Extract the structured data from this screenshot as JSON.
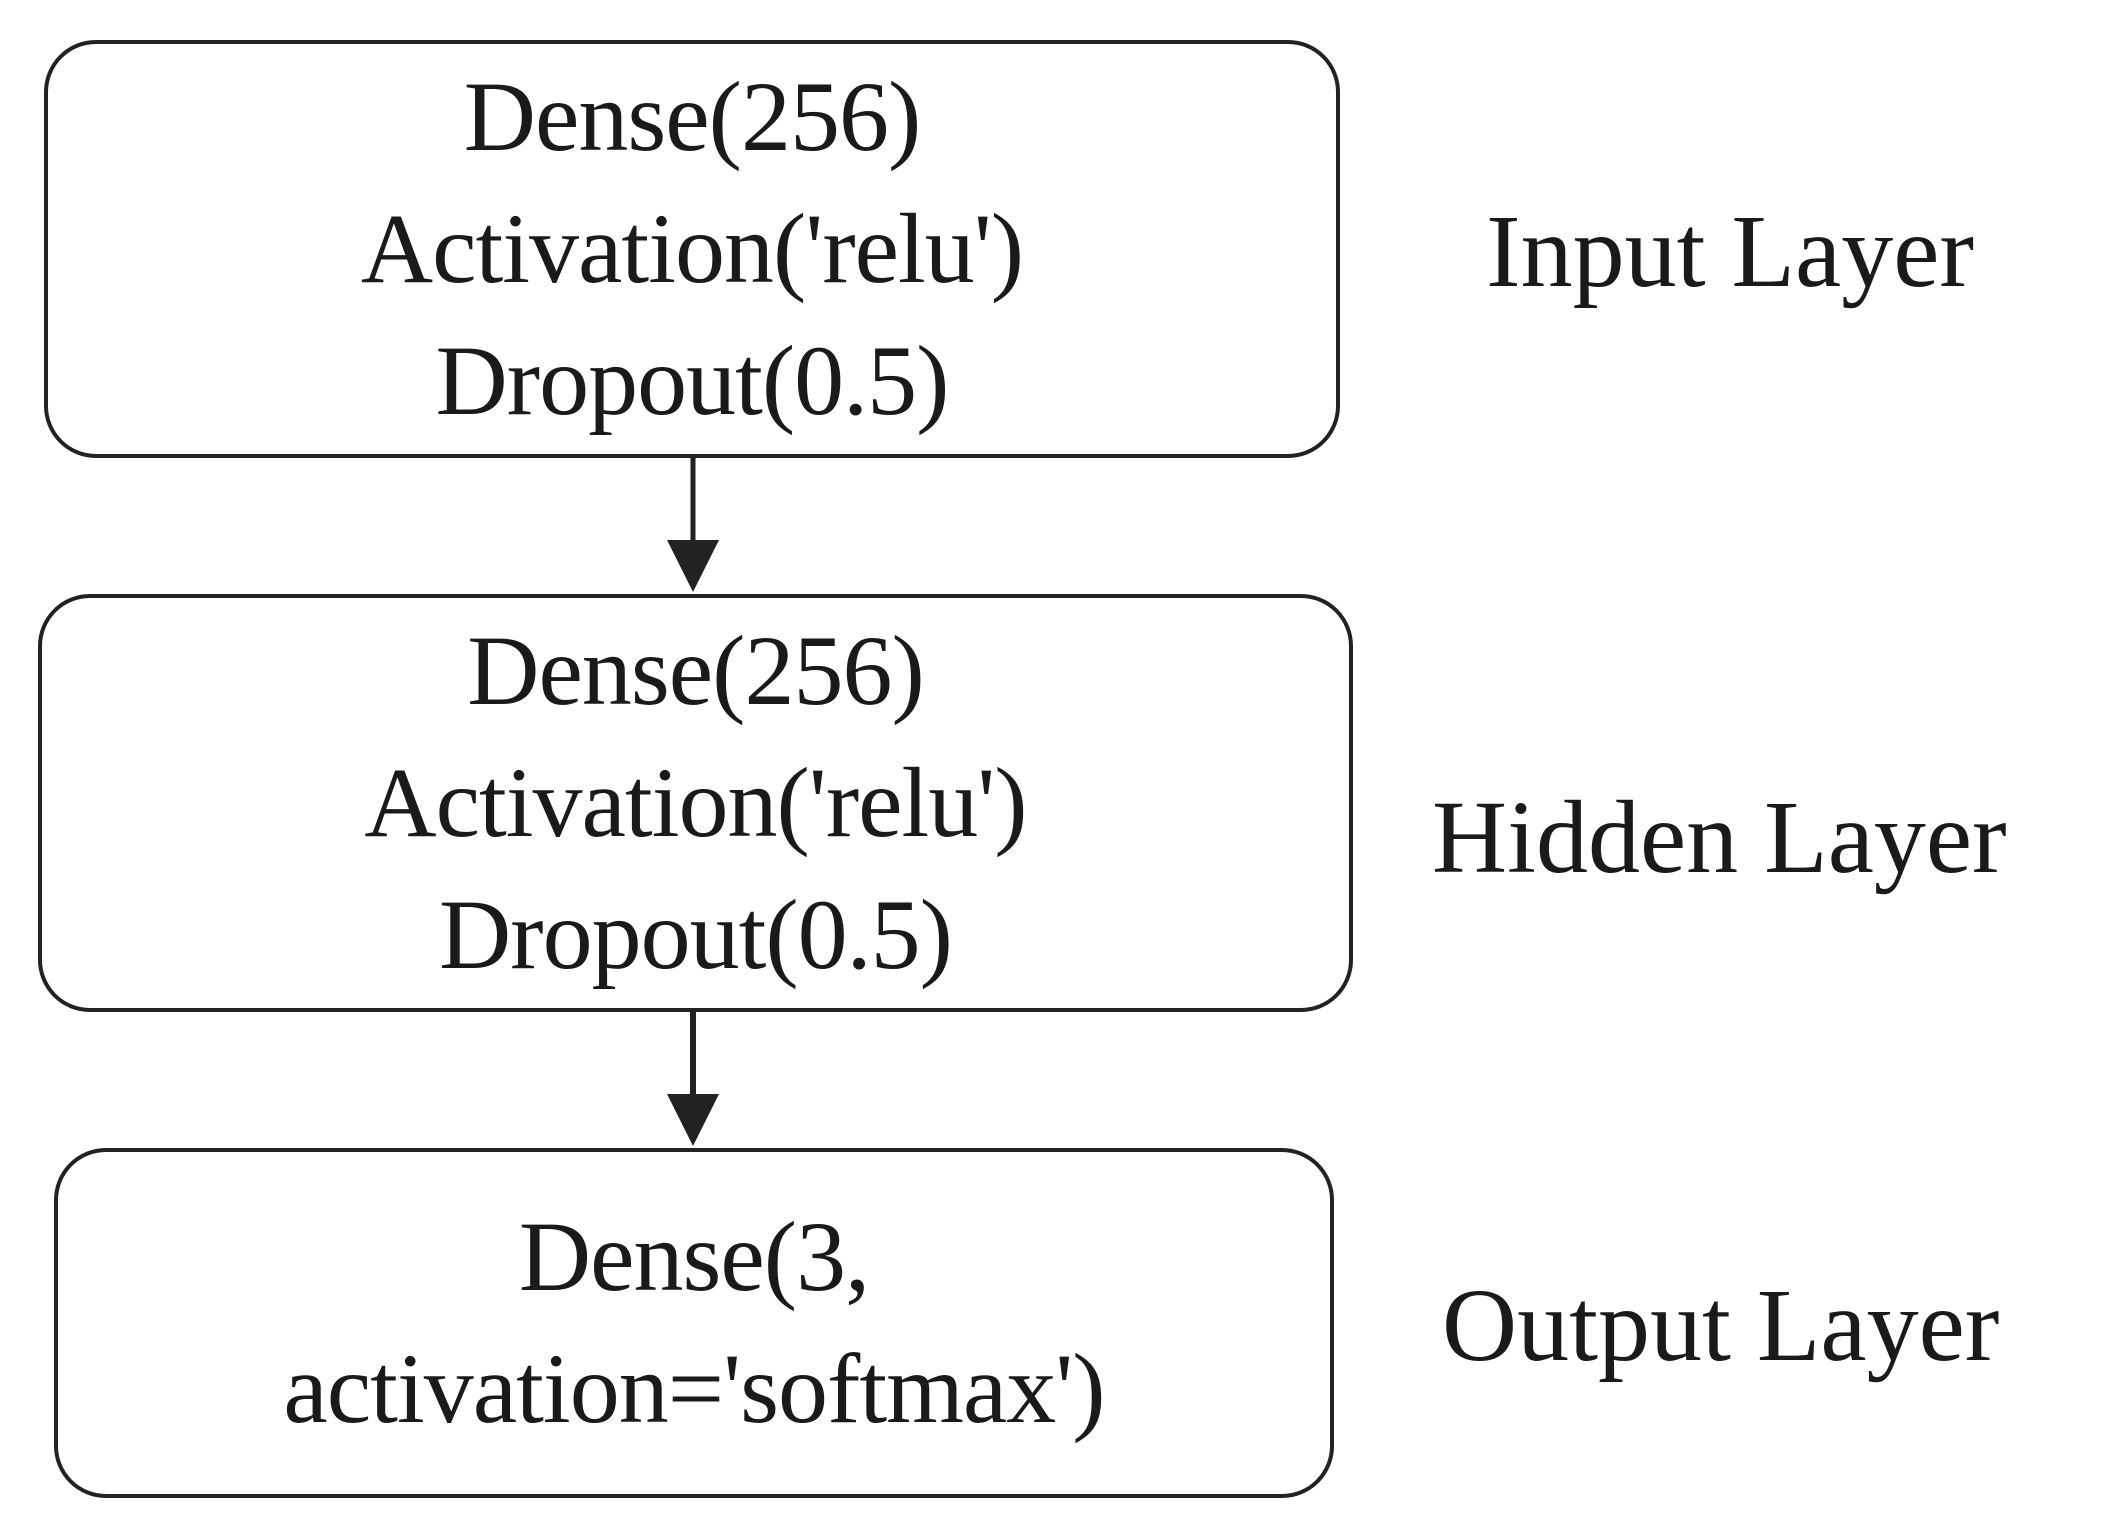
{
  "layers": [
    {
      "lines": [
        "Dense(256)",
        "Activation('relu')",
        "Dropout(0.5)"
      ],
      "label": "Input Layer"
    },
    {
      "lines": [
        "Dense(256)",
        "Activation('relu')",
        "Dropout(0.5)"
      ],
      "label": "Hidden Layer"
    },
    {
      "lines": [
        "Dense(3,",
        "activation='softmax')"
      ],
      "label": "Output Layer"
    }
  ],
  "colors": {
    "stroke": "#222222",
    "text": "#1a1a1a",
    "background": "#ffffff"
  },
  "icons": {
    "connector": "arrow-down-icon"
  }
}
